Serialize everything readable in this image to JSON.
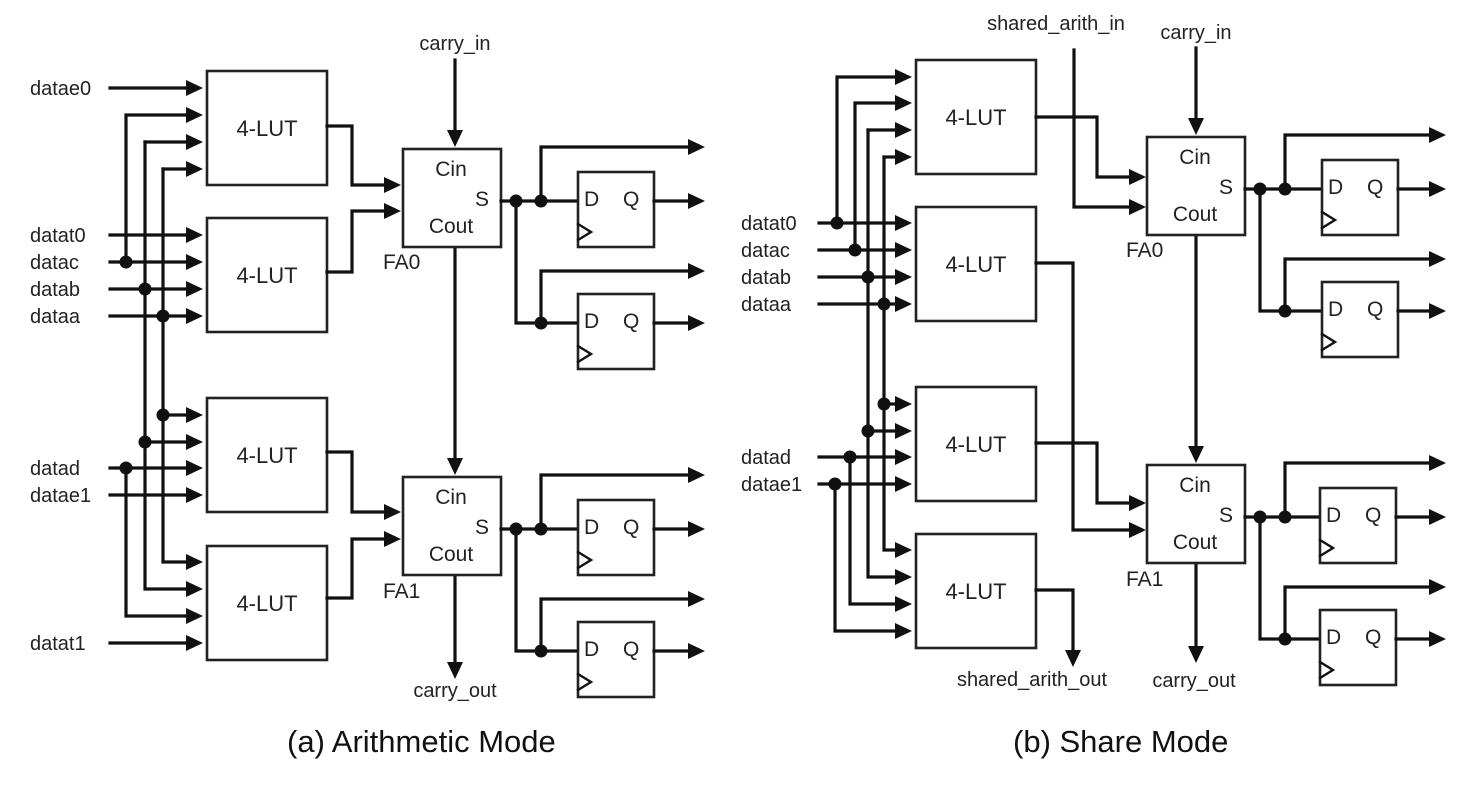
{
  "figure": {
    "panels": [
      {
        "id": "a",
        "caption": "(a) Arithmetic Mode",
        "lut_label": "4-LUT",
        "inputs": [
          "datae0",
          "datat0",
          "datac",
          "datab",
          "dataa",
          "datad",
          "datae1",
          "datat1"
        ],
        "carry_in": "carry_in",
        "carry_out": "carry_out",
        "adders": [
          {
            "name": "FA0",
            "cin": "Cin",
            "sum": "S",
            "cout": "Cout"
          },
          {
            "name": "FA1",
            "cin": "Cin",
            "sum": "S",
            "cout": "Cout"
          }
        ],
        "flipflop": {
          "d": "D",
          "q": "Q"
        }
      },
      {
        "id": "b",
        "caption": "(b) Share Mode",
        "lut_label": "4-LUT",
        "inputs": [
          "datat0",
          "datac",
          "datab",
          "dataa",
          "datad",
          "datae1"
        ],
        "shared_in": "shared_arith_in",
        "shared_out": "shared_arith_out",
        "carry_in": "carry_in",
        "carry_out": "carry_out",
        "adders": [
          {
            "name": "FA0",
            "cin": "Cin",
            "sum": "S",
            "cout": "Cout"
          },
          {
            "name": "FA1",
            "cin": "Cin",
            "sum": "S",
            "cout": "Cout"
          }
        ],
        "flipflop": {
          "d": "D",
          "q": "Q"
        }
      }
    ]
  }
}
